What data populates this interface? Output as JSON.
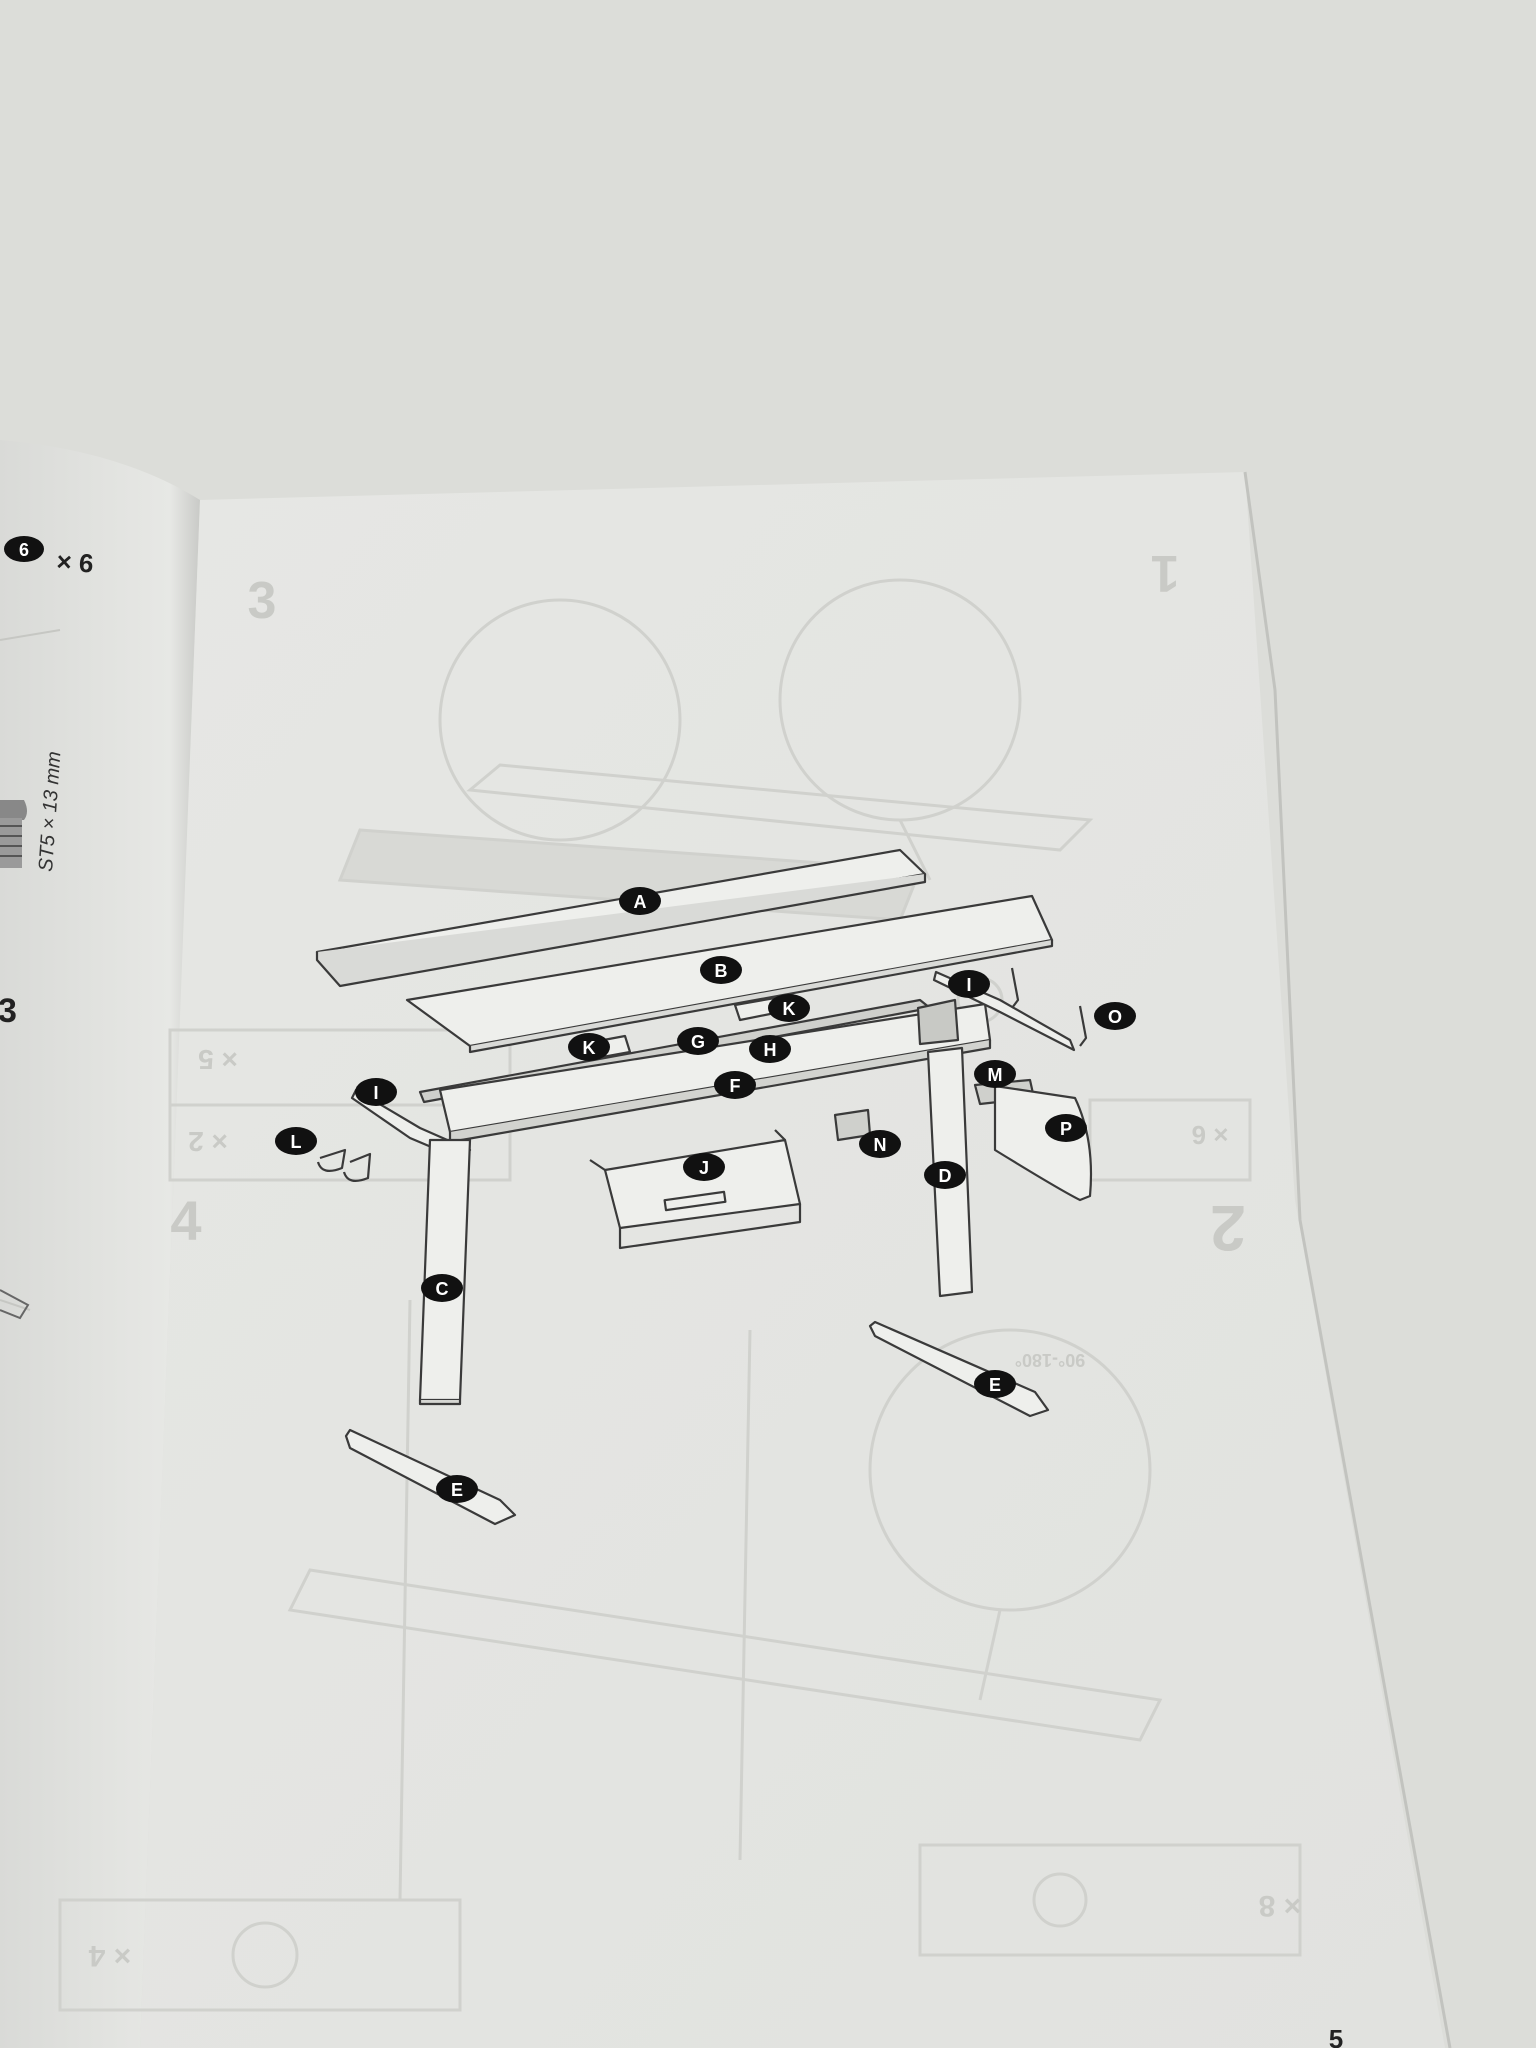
{
  "manual": {
    "left_page": {
      "hardware_badge": "6",
      "hardware_qty": "× 6",
      "screw_spec": "ST5 × 13 mm",
      "step_number": "3"
    },
    "right_page": {
      "page_number": "5",
      "faint_step_numbers": [
        "1",
        "2",
        "3",
        "4"
      ],
      "faint_quantities": [
        "× 5",
        "× 2",
        "× 8",
        "× 4",
        "× 6"
      ],
      "faint_range_label": "90°-180°"
    },
    "part_labels": {
      "A": "A",
      "B": "B",
      "C": "C",
      "D": "D",
      "E": "E",
      "F": "F",
      "G": "G",
      "H": "H",
      "I": "I",
      "J": "J",
      "K": "K",
      "L": "L",
      "M": "M",
      "N": "N",
      "O": "O",
      "P": "P"
    }
  },
  "colors": {
    "background": "#dfe0dc",
    "paper": "#e9eae7",
    "line_art": "#3a3a3a",
    "badge": "#111111",
    "badge_text": "#ffffff",
    "ghost_art": "#cfd0cc"
  }
}
